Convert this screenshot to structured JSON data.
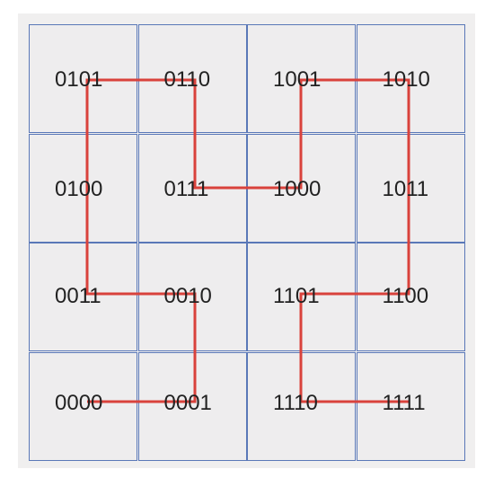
{
  "diagram": {
    "cells": [
      {
        "row": 0,
        "col": 0,
        "code": "0101"
      },
      {
        "row": 0,
        "col": 1,
        "code": "0110"
      },
      {
        "row": 0,
        "col": 2,
        "code": "1001"
      },
      {
        "row": 0,
        "col": 3,
        "code": "1010"
      },
      {
        "row": 1,
        "col": 0,
        "code": "0100"
      },
      {
        "row": 1,
        "col": 1,
        "code": "0111"
      },
      {
        "row": 1,
        "col": 2,
        "code": "1000"
      },
      {
        "row": 1,
        "col": 3,
        "code": "1011"
      },
      {
        "row": 2,
        "col": 0,
        "code": "0011"
      },
      {
        "row": 2,
        "col": 1,
        "code": "0010"
      },
      {
        "row": 2,
        "col": 2,
        "code": "1101"
      },
      {
        "row": 2,
        "col": 3,
        "code": "1100"
      },
      {
        "row": 3,
        "col": 0,
        "code": "0000"
      },
      {
        "row": 3,
        "col": 1,
        "code": "0001"
      },
      {
        "row": 3,
        "col": 2,
        "code": "1110"
      },
      {
        "row": 3,
        "col": 3,
        "code": "1111"
      }
    ],
    "path_order": [
      "0000",
      "0001",
      "0010",
      "0011",
      "0100",
      "0101",
      "0110",
      "0111",
      "1000",
      "1001",
      "1010",
      "1011",
      "1100",
      "1101",
      "1110",
      "1111"
    ],
    "colors": {
      "grid_line": "#5a78b8",
      "cell_fill": "#eeedee",
      "panel_fill": "#f0efef",
      "path": "#d9423c",
      "text": "#222222"
    }
  }
}
